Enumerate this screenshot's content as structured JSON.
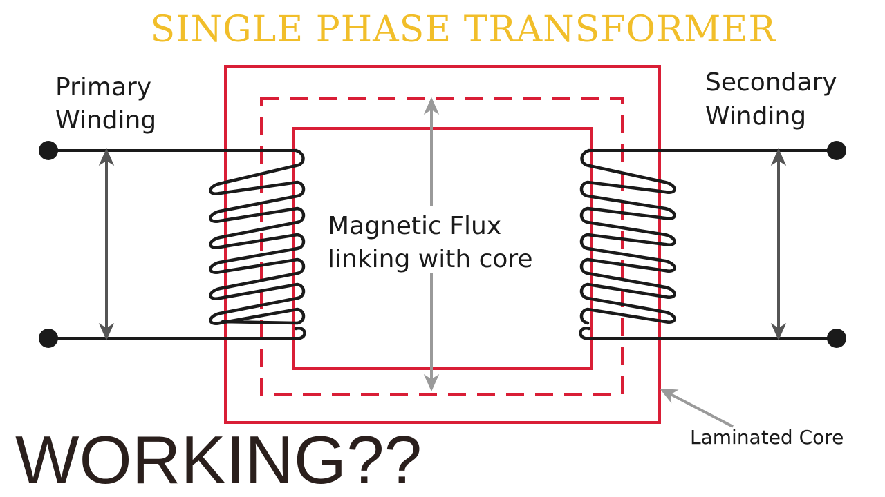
{
  "title": "SINGLE PHASE TRANSFORMER",
  "labels": {
    "primary_line1": "Primary",
    "primary_line2": "Winding",
    "secondary_line1": "Secondary",
    "secondary_line2": "Winding",
    "flux_line1": "Magnetic Flux",
    "flux_line2": "linking with core",
    "core": "Laminated Core"
  },
  "caption": "WORKING??",
  "colors": {
    "title": "#F1BE2A",
    "core": "#D91E36",
    "winding": "#1a1a1a",
    "arrow_dark": "#555555",
    "arrow_light": "#9a9a9a",
    "text": "#1a1a1a",
    "caption": "#2a1f1c"
  }
}
